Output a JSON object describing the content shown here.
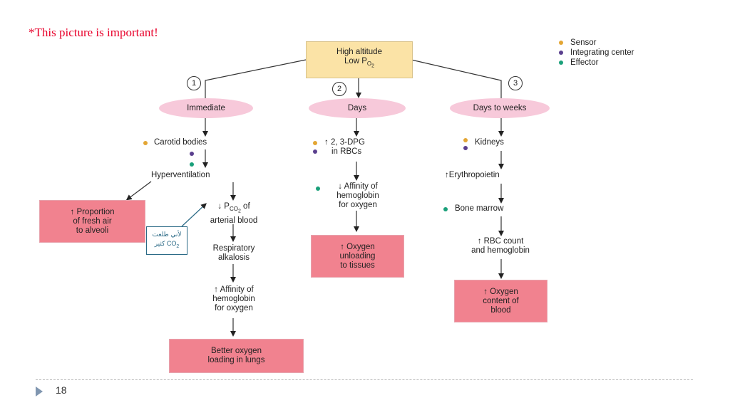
{
  "slide": {
    "note": "*This picture is important!",
    "page_number": "18"
  },
  "diagram": {
    "top_box": [
      "High altitude",
      "Low P",
      "O",
      "2"
    ],
    "steps": [
      "1",
      "2",
      "3"
    ],
    "branches": {
      "immediate": {
        "title": "Immediate",
        "carotid": "Carotid bodies",
        "hyperventilation": "Hyperventilation",
        "proportion": [
          "Proportion",
          "of fresh air",
          "to alveoli"
        ],
        "pco2": [
          "P",
          "CO",
          "2",
          " of",
          "arterial blood"
        ],
        "respiratory": [
          "Respiratory",
          "alkalosis"
        ],
        "affinity": [
          "Affinity of",
          "hemoglobin",
          "for oxygen"
        ],
        "better": [
          "Better oxygen",
          "loading in lungs"
        ]
      },
      "days": {
        "title": "Days",
        "dpg": [
          "2, 3-DPG",
          "in RBCs"
        ],
        "affinity": [
          "Affinity of",
          "hemoglobin",
          "for oxygen"
        ],
        "unloading": [
          "Oxygen",
          "unloading",
          "to tissues"
        ]
      },
      "weeks": {
        "title": "Days to weeks",
        "kidneys": "Kidneys",
        "epo": "Erythropoietin",
        "marrow": "Bone marrow",
        "rbc": [
          "RBC count",
          "and hemoglobin"
        ],
        "content": [
          "Oxygen",
          "content of",
          "blood"
        ]
      }
    },
    "legend": [
      {
        "label": "Sensor",
        "color": "#e3a634"
      },
      {
        "label": "Integrating center",
        "color": "#5a3f8e"
      },
      {
        "label": "Effector",
        "color": "#1aa07a"
      }
    ],
    "annotation": [
      "لأني طلعت",
      "كثير CO",
      "2"
    ],
    "up_arrow": "↑",
    "down_arrow": "↓"
  }
}
